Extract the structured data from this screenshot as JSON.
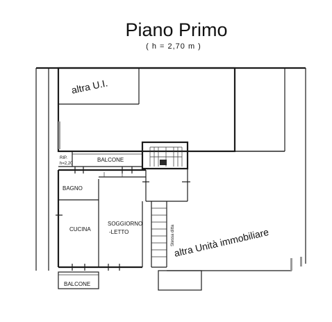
{
  "title": "Piano Primo",
  "subtitle": "( h = 2,70 m )",
  "rooms": {
    "other_ui": "altra U.I.",
    "balcony_top": "BALCONE",
    "rip": "RIP.",
    "rip_height": "h=2,20",
    "bathroom": "BAGNO",
    "kitchen": "CUCINA",
    "living_line1": "SOGGIORNO",
    "living_line2": "-LETTO",
    "same_company": "Stessa ditta",
    "other_unit": "altra  Unità immobiliare",
    "balcony_bottom": "BALCONE"
  }
}
